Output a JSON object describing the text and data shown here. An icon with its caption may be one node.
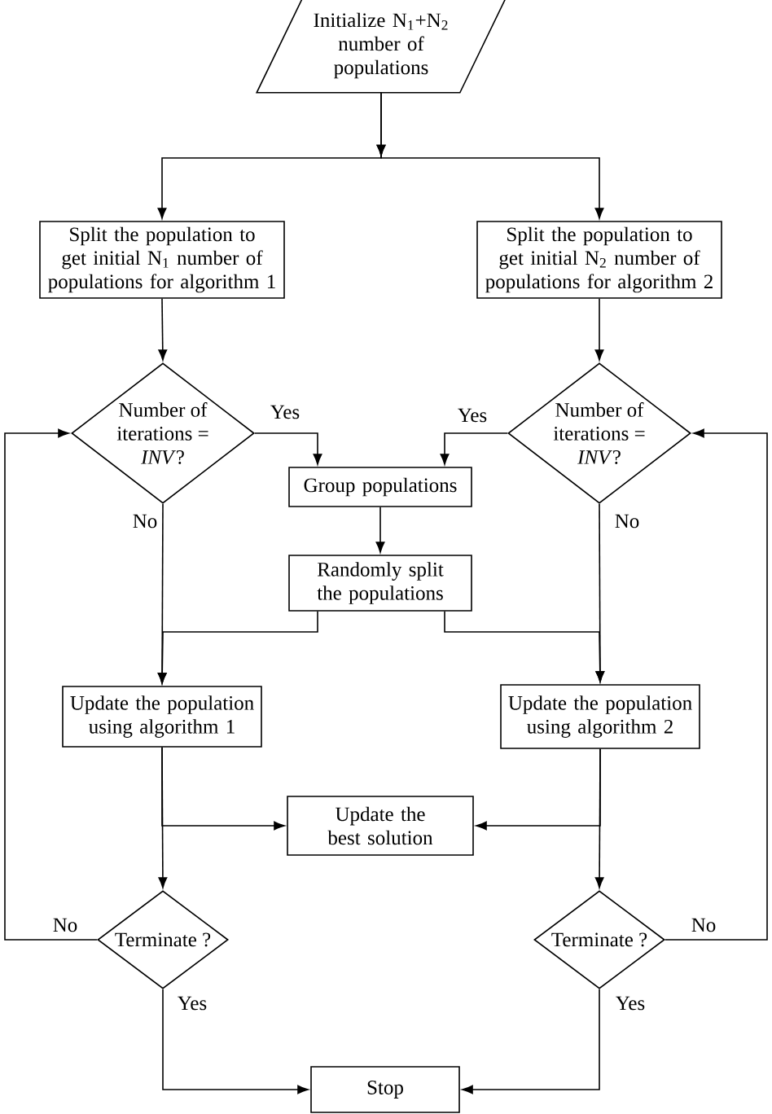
{
  "diagram": {
    "nodes": [
      {
        "text": [
          "Initialize N$_{1}$+N$_{2}$ number of populations"
        ]
      },
      {
        "text": [
          "Split the population to get initial N$_{1}$ number of populations for algorithm 1"
        ]
      },
      {
        "text": [
          "Split the population to get initial N$_{2}$ number of populations for algorithm 2"
        ]
      },
      {
        "text": [
          "Number of iterations = *INV*?"
        ]
      },
      {
        "text": [
          "Number of iterations = *INV*?"
        ]
      },
      {
        "text": [
          "Group populations"
        ]
      },
      {
        "text": [
          "Randomly split the populations"
        ]
      },
      {
        "text": [
          "Update the population using algorithm 1"
        ]
      },
      {
        "text": [
          "Update the population using algorithm 2"
        ]
      },
      {
        "text": [
          "Update the best solution"
        ]
      },
      {
        "text": [
          "Terminate ?"
        ]
      },
      {
        "text": [
          "Terminate ?"
        ]
      },
      {
        "text": [
          "Stop"
        ]
      }
    ],
    "edges": [
      {
        "from": 0,
        "to": 1,
        "arrow": "to"
      },
      {
        "from": 0,
        "to": 2,
        "arrow": "to"
      },
      {
        "from": 1,
        "to": 3,
        "arrow": "to"
      },
      {
        "from": 2,
        "to": 4,
        "arrow": "to"
      },
      {
        "from": 3,
        "to": 5,
        "arrow": "to",
        "label": "Yes"
      },
      {
        "from": 4,
        "to": 5,
        "arrow": "to",
        "label": "Yes"
      },
      {
        "from": 3,
        "to": 7,
        "arrow": "to",
        "label": "No"
      },
      {
        "from": 4,
        "to": 8,
        "arrow": "to",
        "label": "No"
      },
      {
        "from": 5,
        "to": 6,
        "arrow": "to"
      },
      {
        "from": 6,
        "to": 7,
        "arrow": "to"
      },
      {
        "from": 6,
        "to": 8,
        "arrow": "to"
      },
      {
        "from": 7,
        "to": 9,
        "arrow": "to"
      },
      {
        "from": 8,
        "to": 9,
        "arrow": "to"
      },
      {
        "from": 7,
        "to": 10,
        "arrow": "to"
      },
      {
        "from": 8,
        "to": 11,
        "arrow": "to"
      },
      {
        "from": 10,
        "to": 3,
        "arrow": "to",
        "label": "No"
      },
      {
        "from": 11,
        "to": 4,
        "arrow": "to",
        "label": "No"
      },
      {
        "from": 10,
        "to": 12,
        "arrow": "to",
        "label": "Yes"
      },
      {
        "from": 11,
        "to": 12,
        "arrow": "to",
        "label": "Yes"
      }
    ]
  }
}
